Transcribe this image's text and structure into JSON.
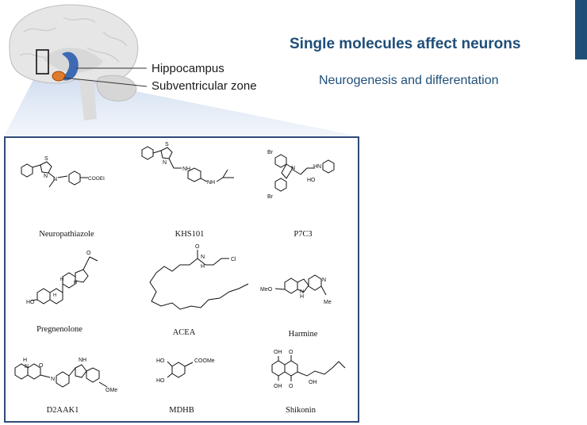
{
  "header": {
    "title": "Single molecules affect neurons",
    "subtitle": "Neurogenesis and differentation"
  },
  "brain": {
    "labels": {
      "hippocampus": "Hippocampus",
      "svz": "Subventricular zone"
    }
  },
  "molecules": [
    {
      "name": "Neuropathiazole"
    },
    {
      "name": "KHS101"
    },
    {
      "name": "P7C3"
    },
    {
      "name": "Pregnenolone"
    },
    {
      "name": "ACEA"
    },
    {
      "name": "Harmine"
    },
    {
      "name": "D2AAK1"
    },
    {
      "name": "MDHB"
    },
    {
      "name": "Shikonin"
    }
  ],
  "atoms": {
    "s": "S",
    "n": "N",
    "nh": "NH",
    "hn": "HN",
    "br": "Br",
    "ho": "HO",
    "oh": "OH",
    "o": "O",
    "h": "H",
    "cl": "Cl",
    "meo": "MeO",
    "me": "Me",
    "ome": "OMe",
    "cooet": "COOEt",
    "coome": "COOMe"
  },
  "colors": {
    "accent": "#1f4e79",
    "frame": "#2f4a78",
    "hippocampus": "#3d6ab3",
    "svz": "#e07a2c"
  }
}
